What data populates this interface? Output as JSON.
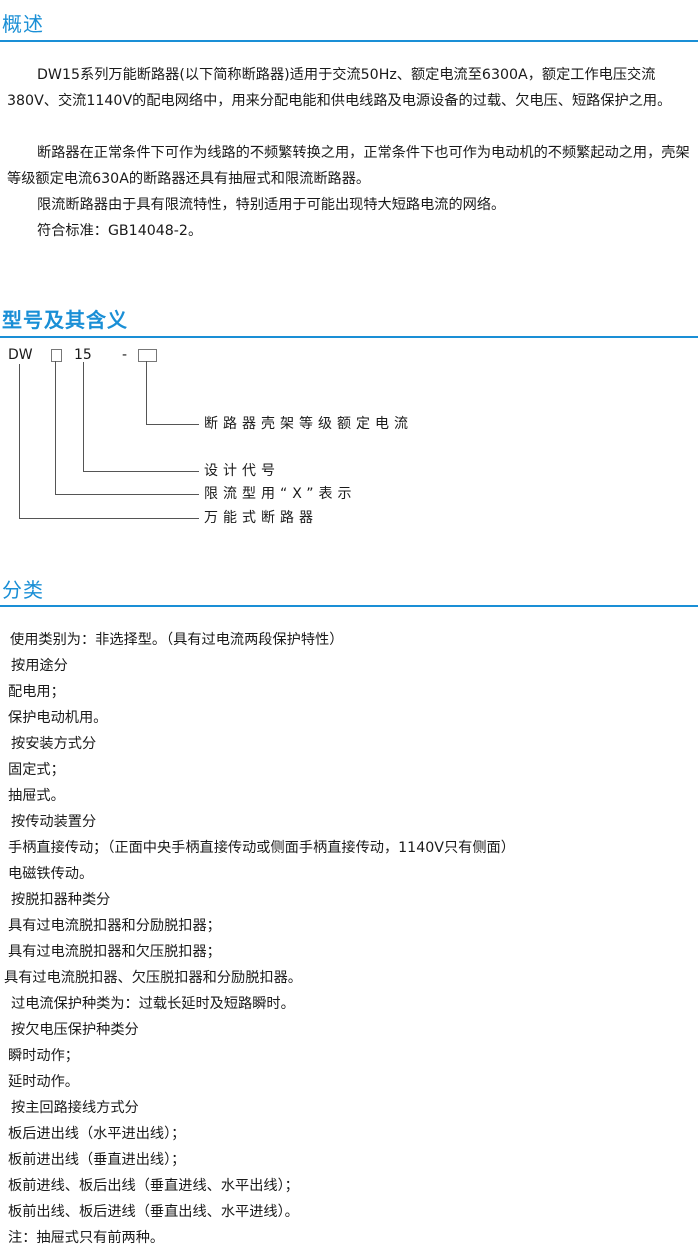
{
  "sections": {
    "overview": {
      "title": "概述",
      "paragraphs": [
        "DW15系列万能断路器(以下简称断路器)适用于交流50Hz、额定电流至6300A，额定工作电压交流380V、交流1140V的配电网络中，用来分配电能和供电线路及电源设备的过载、欠电压、短路保护之用。",
        "断路器在正常条件下可作为线路的不频繁转换之用，正常条件下也可作为电动机的不频繁起动之用，壳架等级额定电流630A的断路器还具有抽屉式和限流断路器。",
        "限流断路器由于具有限流特性，特别适用于可能出现特大短路电流的网络。",
        "符合标准：GB14048-2。"
      ]
    },
    "model": {
      "title": "型号及其含义",
      "code": {
        "prefix": "DW",
        "series": "15",
        "dash": "-"
      },
      "meanings": [
        "断路器壳架等级额定电流",
        "设计代号",
        "限流型用“X”表示",
        "万能式断路器"
      ]
    },
    "classification": {
      "title": "分类",
      "lines": [
        "使用类别为：非选择型。（具有过电流两段保护特性）",
        "按用途分",
        "配电用；",
        "保护电动机用。",
        "按安装方式分",
        "固定式；",
        "抽屉式。",
        "按传动装置分",
        "手柄直接传动；（正面中央手柄直接传动或侧面手柄直接传动，1140V只有侧面）",
        "电磁铁传动。",
        "按脱扣器种类分",
        "具有过电流脱扣器和分励脱扣器；",
        "具有过电流脱扣器和欠压脱扣器；",
        "具有过电流脱扣器、欠压脱扣器和分励脱扣器。",
        "过电流保护种类为：过载长延时及短路瞬时。",
        "按欠电压保护种类分",
        "瞬时动作；",
        "延时动作。",
        "按主回路接线方式分",
        "板后进出线（水平进出线）；",
        "板前进出线（垂直进出线）；",
        "板前进线、板后出线（垂直进线、水平出线）；",
        "板前出线、板后进线（垂直出线、水平进线）。",
        "注：抽屉式只有前两种。"
      ]
    }
  },
  "colors": {
    "accent": "#1a8fd6",
    "text": "#1a1a1a"
  }
}
